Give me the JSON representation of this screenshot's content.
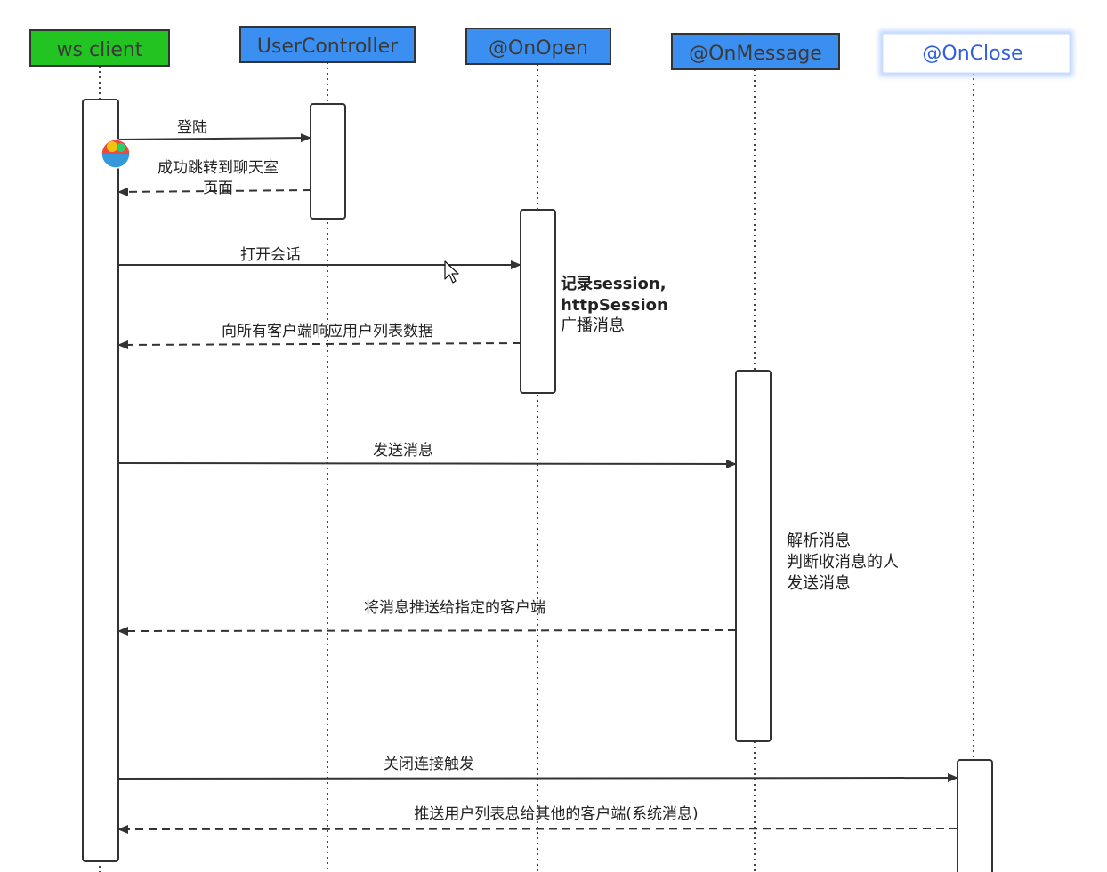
{
  "colors": {
    "client_box": "#21c421",
    "server_box": "#3a8ff0",
    "onclose_box": "#ffffff",
    "onclose_text": "#2f5fe0",
    "dark_text": "#3a3a3a",
    "line": "#333333",
    "cursor": "#ffffff"
  },
  "actors": [
    {
      "id": "ws_client",
      "label": "ws client"
    },
    {
      "id": "user_controller",
      "label": "UserController"
    },
    {
      "id": "on_open",
      "label": "@OnOpen"
    },
    {
      "id": "on_message",
      "label": "@OnMessage"
    },
    {
      "id": "on_close",
      "label": "@OnClose"
    }
  ],
  "messages": [
    {
      "id": "login",
      "label": "登陆",
      "from": "ws_client",
      "to": "user_controller",
      "style": "solid"
    },
    {
      "id": "login_success",
      "label_lines": [
        "成功跳转到聊天室",
        "页面"
      ],
      "from": "user_controller",
      "to": "ws_client",
      "style": "dashed"
    },
    {
      "id": "open_session",
      "label": "打开会话",
      "from": "ws_client",
      "to": "on_open",
      "style": "solid"
    },
    {
      "id": "respond_user_list",
      "label": "向所有客户端响应用户列表数据",
      "from": "on_open",
      "to": "ws_client",
      "style": "dashed"
    },
    {
      "id": "send_message",
      "label": "发送消息",
      "from": "ws_client",
      "to": "on_message",
      "style": "solid"
    },
    {
      "id": "push_message",
      "label": "将消息推送给指定的客户端",
      "from": "on_message",
      "to": "ws_client",
      "style": "dashed"
    },
    {
      "id": "close_trigger",
      "label": "关闭连接触发",
      "from": "ws_client",
      "to": "on_close",
      "style": "solid"
    },
    {
      "id": "push_user_list",
      "label": "推送用户列表息给其他的客户端(系统消息)",
      "from": "on_close",
      "to": "ws_client",
      "style": "dashed"
    }
  ],
  "notes": {
    "on_open": [
      "记录session,",
      "httpSession",
      "广播消息"
    ],
    "on_message": [
      "解析消息",
      "判断收消息的人",
      "发送消息"
    ]
  }
}
